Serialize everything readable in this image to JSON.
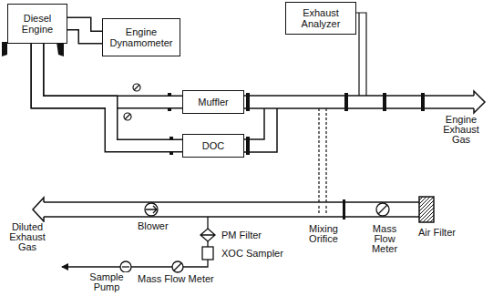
{
  "diagram": {
    "nodes": [
      {
        "text": [
          "Diesel Engine"
        ]
      },
      {
        "text": [
          "Engine Dynamometer"
        ]
      },
      {
        "text": [
          "Exhaust Analyzer"
        ]
      },
      {
        "text": [
          "Muffler"
        ]
      },
      {
        "text": [
          "DOC"
        ]
      }
    ],
    "edges": [
      {
        "from": 0,
        "to": 1,
        "arrow": "none"
      },
      {
        "from": 0,
        "to": 3,
        "arrow": "none"
      },
      {
        "from": 0,
        "to": 4,
        "arrow": "none"
      }
    ],
    "labels": [
      "Engine Exhaust Gas",
      "Diluted Exhaust Gas",
      "Blower",
      "Mixing Orifice",
      "Mass Flow Meter",
      "Air Filter",
      "PM Filter",
      "XOC Sampler",
      "Sample Pump",
      "Mass Flow Meter"
    ]
  }
}
